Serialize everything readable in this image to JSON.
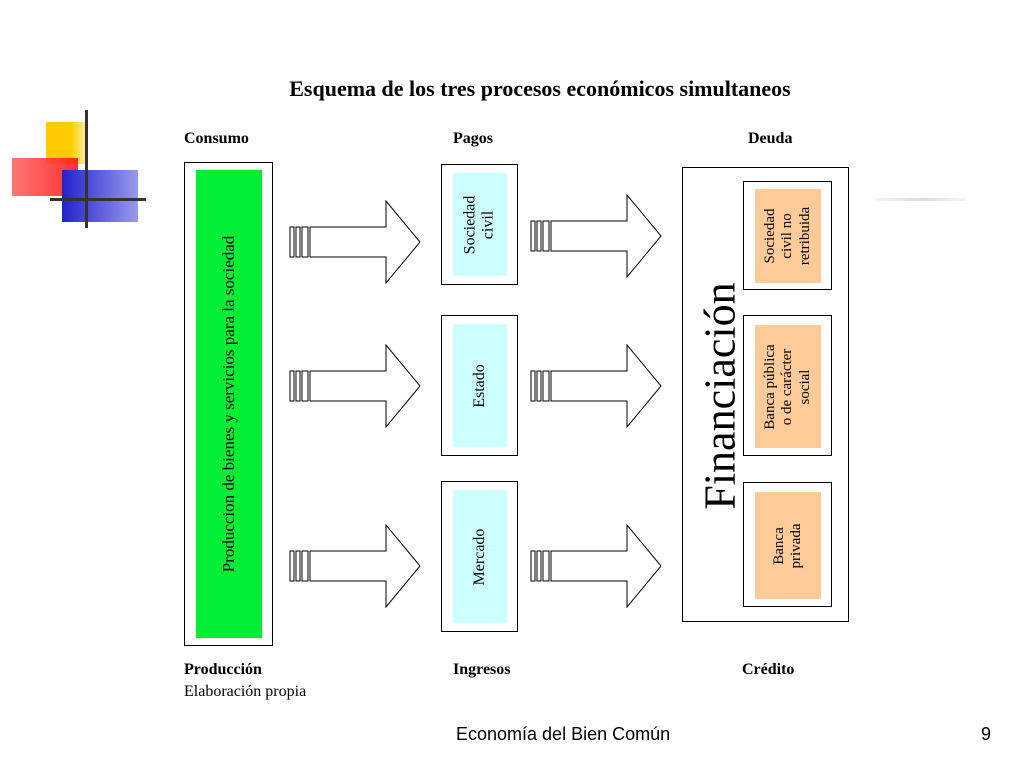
{
  "title": "Esquema de los tres procesos económicos simultaneos",
  "columns": {
    "consumo": "Consumo",
    "pagos": "Pagos",
    "deuda": "Deuda",
    "produccion": "Producción",
    "ingresos": "Ingresos",
    "credito": "Crédito"
  },
  "source": "Elaboración propia",
  "production_box": "Produccion de bienes y servicios para la sociedad",
  "pagos_boxes": [
    "Sociedad\ncivil",
    "Estado",
    "Mercado"
  ],
  "financiacion_label": "Financiación",
  "deuda_boxes": [
    "Sociedad\ncivil no\nretribuida",
    "Banca pública\no de carácter\nsocial",
    "Banca\nprivada"
  ],
  "footer": {
    "text": "Economía del Bien Común",
    "page": "9"
  },
  "colors": {
    "green": "#00ee33",
    "cyan": "#ccffff",
    "peach": "#ffcc99",
    "deco_yellow": "#ffcc00",
    "deco_red": "#ff3333",
    "deco_blue": "#3333cc"
  }
}
